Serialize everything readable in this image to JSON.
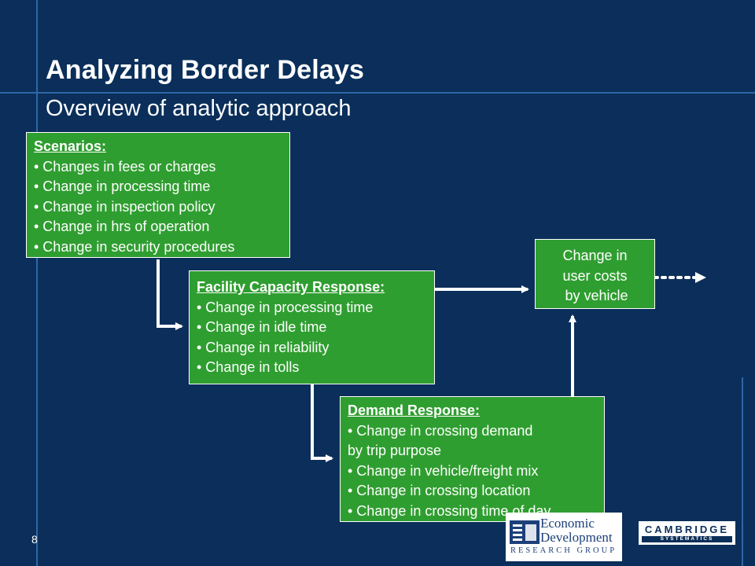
{
  "slide": {
    "title": "Analyzing Border Delays",
    "subtitle": "Overview of analytic approach",
    "page_number": "8"
  },
  "scenarios": {
    "header": "Scenarios:",
    "items": [
      "• Changes in fees or charges",
      "• Change in processing time",
      "• Change in inspection policy",
      "• Change in hrs of operation",
      "• Change in security procedures"
    ]
  },
  "facility": {
    "header": "Facility Capacity Response:",
    "items": [
      "• Change in processing time",
      "• Change in idle time",
      "• Change in reliability",
      "• Change in tolls"
    ]
  },
  "demand": {
    "header": "Demand Response:",
    "items": [
      "• Change in crossing demand",
      "by trip purpose",
      "• Change in vehicle/freight mix",
      "• Change in crossing location",
      "• Change in crossing time of day"
    ]
  },
  "costs": {
    "lines": [
      "Change in",
      "user costs",
      "by vehicle"
    ]
  },
  "logos": {
    "edr": {
      "line1": "Economic",
      "line2": "Development",
      "line3": "RESEARCH GROUP"
    },
    "cs": {
      "line1": "CAMBRIDGE",
      "line2": "SYSTEMATICS"
    }
  },
  "colors": {
    "background": "#0b2f5a",
    "box_fill": "#2f9e30",
    "accent_line": "#2f67a8",
    "text": "#ffffff"
  }
}
